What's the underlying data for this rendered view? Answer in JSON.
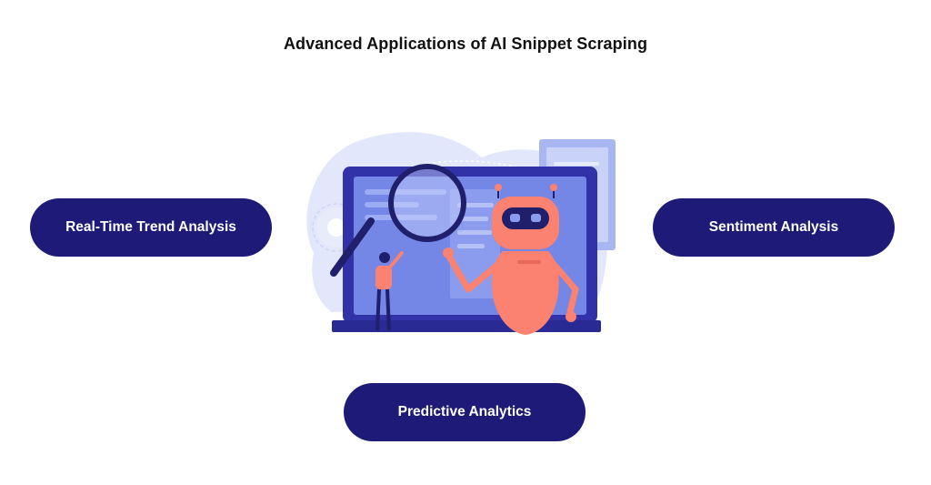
{
  "title": "Advanced Applications of AI Snippet Scraping",
  "nodes": {
    "left": "Real-Time Trend Analysis",
    "right": "Sentiment Analysis",
    "bottom": "Predictive Analytics"
  },
  "illustration": {
    "icon": "robot-laptop-magnifier-illustration"
  },
  "colors": {
    "pill": "#1d1a78",
    "laptop": "#3131a8",
    "screen": "#7486e6",
    "robot": "#fb8170",
    "background_blob": "#e3e7fb"
  }
}
